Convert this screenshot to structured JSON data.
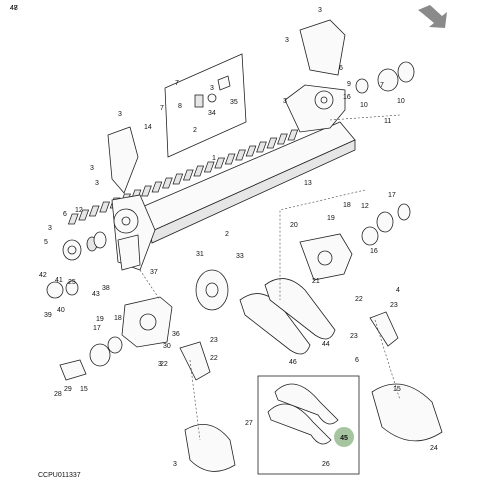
{
  "diagram": {
    "ref_code": "CCPU011337",
    "orientation_arrow_color": "#8a8a8a",
    "highlight_callout": {
      "label": "45",
      "color": "#a7c4a0"
    },
    "callouts": [
      "1",
      "2",
      "2",
      "3",
      "3",
      "3",
      "3",
      "3",
      "3",
      "3",
      "3",
      "3",
      "3",
      "4",
      "5",
      "6",
      "6",
      "6",
      "7",
      "7",
      "7",
      "8",
      "9",
      "10",
      "10",
      "11",
      "12",
      "12",
      "13",
      "14",
      "15",
      "15",
      "16",
      "16",
      "17",
      "17",
      "18",
      "18",
      "19",
      "19",
      "20",
      "21",
      "22",
      "22",
      "22",
      "23",
      "23",
      "23",
      "24",
      "25",
      "26",
      "27",
      "28",
      "29",
      "30",
      "31",
      "33",
      "34",
      "35",
      "36",
      "37",
      "38",
      "39",
      "40",
      "41",
      "42",
      "43",
      "44",
      "46",
      "47",
      "48"
    ]
  }
}
